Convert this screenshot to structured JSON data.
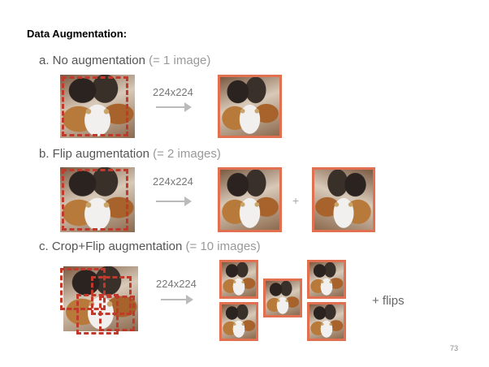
{
  "title": "Data Augmentation:",
  "sections": [
    {
      "label": "a. No augmentation",
      "note": "(= 1 image)",
      "size": "224x224"
    },
    {
      "label": "b. Flip augmentation",
      "note": "(= 2 images)",
      "size": "224x224"
    },
    {
      "label": "c. Crop+Flip augmentation",
      "note": "(= 10 images)",
      "size": "224x224"
    }
  ],
  "plus_symbol": "+",
  "flips_label": "+ flips",
  "page_number": "73",
  "colors": {
    "crop_border": "#e07050",
    "dash": "#c0392b",
    "arrow": "#bbbbbb"
  }
}
